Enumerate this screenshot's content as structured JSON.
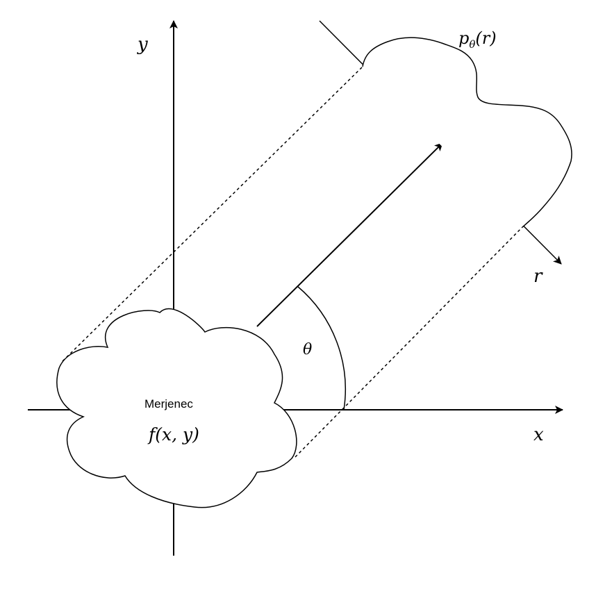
{
  "labels": {
    "y_axis": "y",
    "x_axis": "x",
    "r_axis": "r",
    "projection": "p",
    "projection_sub": "θ",
    "projection_arg": "(r)",
    "angle": "θ",
    "object_name": "Merjenec",
    "object_function": "f(x, y)"
  },
  "colors": {
    "stroke": "#000000",
    "background": "#ffffff"
  }
}
